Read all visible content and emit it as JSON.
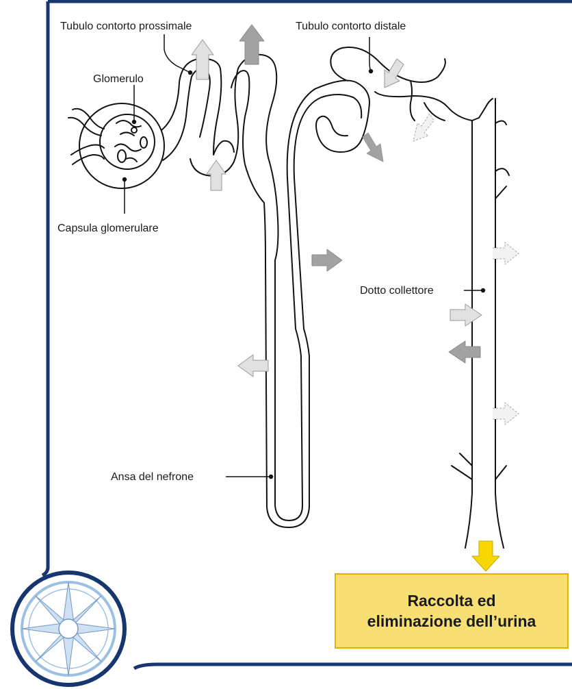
{
  "labels": {
    "proximal_tubule": "Tubulo contorto prossimale",
    "distal_tubule": "Tubulo contorto distale",
    "glomerulus": "Glomerulo",
    "capsule": "Capsula glomerulare",
    "collecting_duct": "Dotto collettore",
    "loop": "Ansa del nefrone"
  },
  "result_box": {
    "line1": "Raccolta ed",
    "line2": "eliminazione dell’urina"
  },
  "colors": {
    "frame": "#17366f",
    "box_fill": "#f8df73",
    "box_border": "#e2b500",
    "down_arrow": "#f6d800",
    "arrow_dark": "#a2a2a2",
    "arrow_mid": "#c3c3c3",
    "arrow_light": "#e1e1e1",
    "compass_blue": "#9cc0e3"
  },
  "icons": [
    "compass-rose-icon"
  ]
}
